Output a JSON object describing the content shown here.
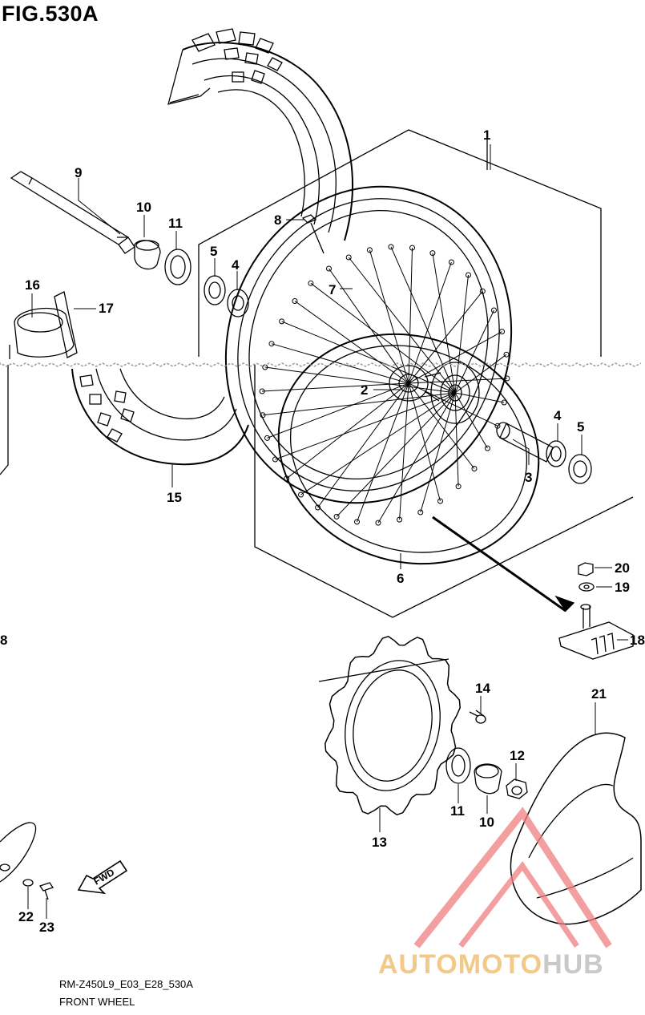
{
  "figure": {
    "title": "FIG.530A",
    "model_code": "RM-Z450L9_E03_E28_530A",
    "caption": "FRONT WHEEL",
    "fwd_label": "FWD"
  },
  "callouts": [
    {
      "id": "c1",
      "label": "1"
    },
    {
      "id": "c2",
      "label": "2"
    },
    {
      "id": "c3",
      "label": "3"
    },
    {
      "id": "c4a",
      "label": "4"
    },
    {
      "id": "c4b",
      "label": "4"
    },
    {
      "id": "c5a",
      "label": "5"
    },
    {
      "id": "c5b",
      "label": "5"
    },
    {
      "id": "c6",
      "label": "6"
    },
    {
      "id": "c7",
      "label": "7"
    },
    {
      "id": "c8a",
      "label": "8"
    },
    {
      "id": "c8b",
      "label": "8"
    },
    {
      "id": "c9",
      "label": "9"
    },
    {
      "id": "c10a",
      "label": "10"
    },
    {
      "id": "c10b",
      "label": "10"
    },
    {
      "id": "c11a",
      "label": "11"
    },
    {
      "id": "c11b",
      "label": "11"
    },
    {
      "id": "c12",
      "label": "12"
    },
    {
      "id": "c13",
      "label": "13"
    },
    {
      "id": "c14",
      "label": "14"
    },
    {
      "id": "c15",
      "label": "15"
    },
    {
      "id": "c16",
      "label": "16"
    },
    {
      "id": "c17",
      "label": "17"
    },
    {
      "id": "c18",
      "label": "18"
    },
    {
      "id": "c19",
      "label": "19"
    },
    {
      "id": "c20",
      "label": "20"
    },
    {
      "id": "c21",
      "label": "21"
    },
    {
      "id": "c22",
      "label": "22"
    },
    {
      "id": "c23",
      "label": "23"
    }
  ],
  "watermark": {
    "part1": "AUTOMOTO",
    "part2": "HUB",
    "color_primary": "#f08080",
    "color_text": "#f3c98a"
  }
}
